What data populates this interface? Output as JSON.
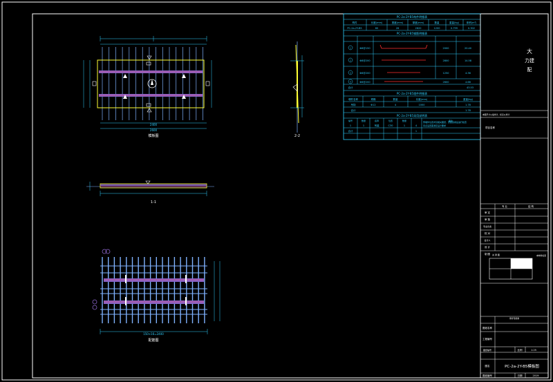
{
  "window": {
    "title": "PC-2a-2Y-B5模板图"
  },
  "drawings": {
    "plan_label": "模板图",
    "section_1_label": "1-1",
    "section_2_label": "2-2",
    "rebar_label": "配筋图",
    "dim_total": "2600",
    "dim_partial": "2400",
    "dim_rebar": "150×16=2400"
  },
  "table_top": {
    "title_1": "PC-2a-2Y-B5构件明细表",
    "header": [
      "构件",
      "长度(mm)",
      "宽度(mm)",
      "厚度(mm)",
      "数量",
      "重量(kg)",
      "体积(m³)"
    ],
    "row": [
      "PC-2a-2Y-B5",
      "60",
      "26",
      "2620",
      "1200",
      "0.799",
      "0.302"
    ],
    "title_2": "PC-2a-2Y-B5钢筋明细表",
    "rebar_rows": [
      {
        "id": "1",
        "spec": "Φ8@150",
        "len": "2000",
        "kg": "20.40"
      },
      {
        "id": "2",
        "spec": "Φ8@200",
        "len": "2800",
        "kg": "14.58"
      },
      {
        "id": "3",
        "spec": "Φ6@200",
        "len": "1250",
        "kg": "4.36"
      },
      {
        "id": "4",
        "spec": "Φ6@200",
        "len": "2600",
        "kg": "4.68"
      }
    ],
    "total_label": "合计",
    "total_value": "43.53",
    "title_3": "PC-2a-2Y-B5埋件明细表",
    "embed_header": [
      "埋件名称",
      "规格",
      "数量",
      "长度(mm)",
      "重量(kg)"
    ],
    "embed_row": [
      "吊钩",
      "Φ12",
      "4",
      "1000",
      "1.78"
    ],
    "embed_total": [
      "合计",
      "",
      "",
      "",
      "1.78"
    ],
    "title_4": "PC-2a-2Y-B5采用说明表",
    "note_header": [
      "编号",
      "数量",
      "名称",
      "位置",
      "数量",
      "备注"
    ],
    "note_row": [
      "1",
      "1",
      "吊装",
      "C30",
      "1",
      "4"
    ],
    "note_text": "预埋件位置详见相关图纸，安装完成后进行检查",
    "note_text_2": "吊点设置需满足设计要求",
    "note_total": [
      "合计",
      "",
      "",
      "",
      "1"
    ]
  },
  "title_block": {
    "company_line1": "大",
    "company_line2": "力建",
    "company_line3": "配",
    "small_note": "本图尺寸以毫米计，标高以米计",
    "project_label": "项目名称",
    "grid_header_1": "专 业",
    "grid_header_2": "结 构",
    "rows": [
      "审 定",
      "审 核",
      "专业负责",
      "校 对",
      "设计人",
      "设 计",
      "制 图"
    ],
    "key_plan_label": "关 键 图",
    "key_plan_note": "本构件位置",
    "stamp_note": "审查专用章",
    "f_rows": [
      "图纸名称",
      "工程编号",
      "图纸编号"
    ],
    "scale_label": "比例",
    "scale_value": "1:25",
    "drawing_name_label": "图名",
    "bottom_left": "图纸编号",
    "bottom_mid": "日期",
    "bottom_right": "2019"
  },
  "colors": {
    "background": "#000000",
    "frame": "#ffffff",
    "slab": "#ffff33",
    "rebar": "#7fb2ff",
    "dim": "#2fd0ff",
    "strip": "#8a64c8",
    "red": "#ff3030",
    "table": "#2fd0ff"
  }
}
